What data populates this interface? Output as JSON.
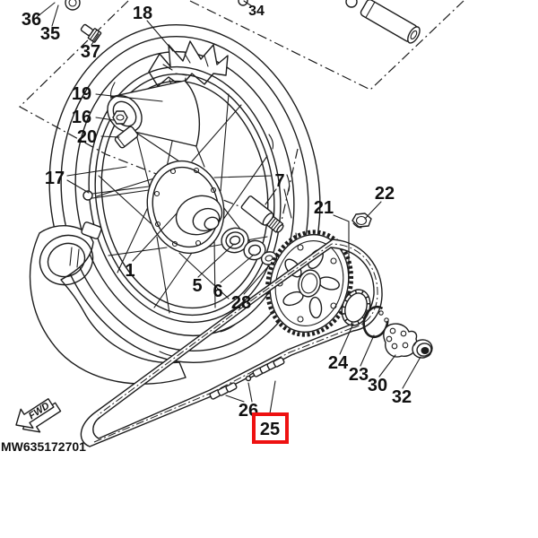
{
  "diagram": {
    "background": "#ffffff",
    "line_color": "#1c1c1c",
    "highlight_color": "#ee1111",
    "part_number_text": "MW635172701",
    "fwd_label": "FWD",
    "selected_callout": "25",
    "callouts": [
      {
        "label": "36"
      },
      {
        "label": "35"
      },
      {
        "label": "37"
      },
      {
        "label": "18"
      },
      {
        "label": "34"
      },
      {
        "label": "19"
      },
      {
        "label": "16"
      },
      {
        "label": "20"
      },
      {
        "label": "17"
      },
      {
        "label": "7"
      },
      {
        "label": "21"
      },
      {
        "label": "22"
      },
      {
        "label": "1"
      },
      {
        "label": "5"
      },
      {
        "label": "6"
      },
      {
        "label": "28"
      },
      {
        "label": "24"
      },
      {
        "label": "23"
      },
      {
        "label": "30"
      },
      {
        "label": "32"
      },
      {
        "label": "26"
      },
      {
        "label": "25"
      }
    ]
  }
}
